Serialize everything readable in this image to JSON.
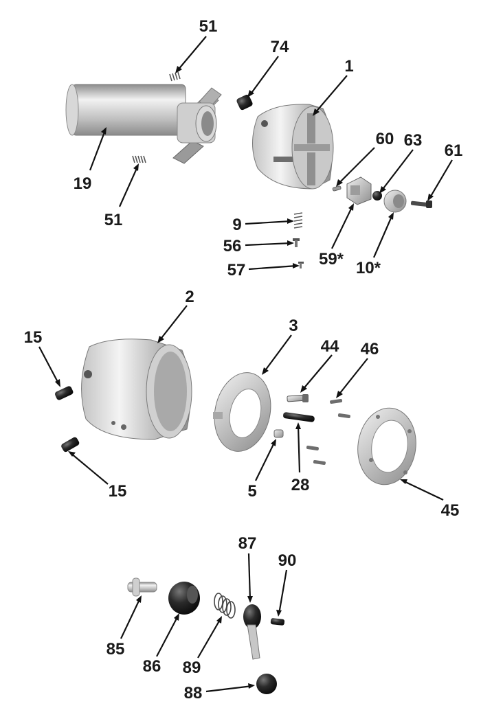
{
  "callouts": {
    "c51a": "51",
    "c74": "74",
    "c1": "1",
    "c19": "19",
    "c51b": "51",
    "c60": "60",
    "c63": "63",
    "c61": "61",
    "c9": "9",
    "c56": "56",
    "c57": "57",
    "c59": "59*",
    "c10": "10*",
    "c2": "2",
    "c3": "3",
    "c44": "44",
    "c46": "46",
    "c15a": "15",
    "c15b": "15",
    "c5": "5",
    "c28": "28",
    "c45": "45",
    "c87": "87",
    "c90": "90",
    "c85": "85",
    "c86": "86",
    "c89": "89",
    "c88": "88"
  },
  "colors": {
    "metal_light": "#e6e6e6",
    "metal_mid": "#b9b9b9",
    "metal_dark": "#7d7d7d",
    "black_part": "#1f1f1f",
    "text": "#1a1a1a"
  }
}
